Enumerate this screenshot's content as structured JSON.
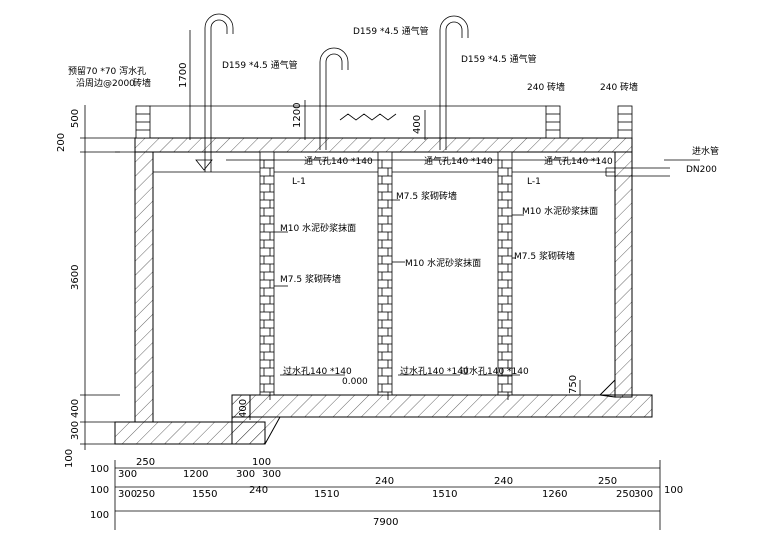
{
  "pipes": {
    "left": "D159 *4.5 通气管",
    "mid": "D159 *4.5 通气管",
    "right": "D159 *4.5 通气管"
  },
  "labels": {
    "reserve_1": "预留70 *70 泻水孔",
    "reserve_2": "沿周边@2000",
    "brick_wall_top": "砖墙",
    "brick_wall_240a": "240 砖墙",
    "brick_wall_240b": "240 砖墙",
    "inlet_pipe": "进水管",
    "inlet_dn": "DN200",
    "vent_hole_1": "通气孔140 *140",
    "vent_hole_2": "通气孔140 *140",
    "vent_hole_3": "通气孔140 *140",
    "l1_a": "L-1",
    "l1_b": "L-1",
    "m10_a": "M10 水泥砂浆抹面",
    "m75_a": "M7.5 浆砌砖墙",
    "m75_b": "M7.5 浆砌砖墙",
    "m10_b": "M10 水泥砂浆抹面",
    "m10_c": "M10 水泥砂浆抹面",
    "m75_c": "M7.5 浆砌砖墙",
    "water_hole_1": "过水孔140 *140",
    "water_hole_2": "过水孔140 *140",
    "water_hole_3": "过水孔140 *140",
    "elevation": "0.000"
  },
  "vertical_dims": {
    "d500": "500",
    "d200": "200",
    "d3600": "3600",
    "d400": "400",
    "d300": "300",
    "d100": "100",
    "d1700": "1700",
    "d1200": "1200",
    "d400b": "400",
    "d750": "750",
    "d400c": "400"
  },
  "horizontal_dims": {
    "row1": [
      "250",
      "100"
    ],
    "row2": [
      "100",
      "300",
      "1200",
      "300",
      "300"
    ],
    "row3": [
      "240",
      "240",
      "250"
    ],
    "row4": [
      "100",
      "300",
      "250",
      "1550",
      "240",
      "1510",
      "1510",
      "1260",
      "250",
      "300",
      "100"
    ],
    "row5": [
      "100",
      "7900"
    ]
  }
}
